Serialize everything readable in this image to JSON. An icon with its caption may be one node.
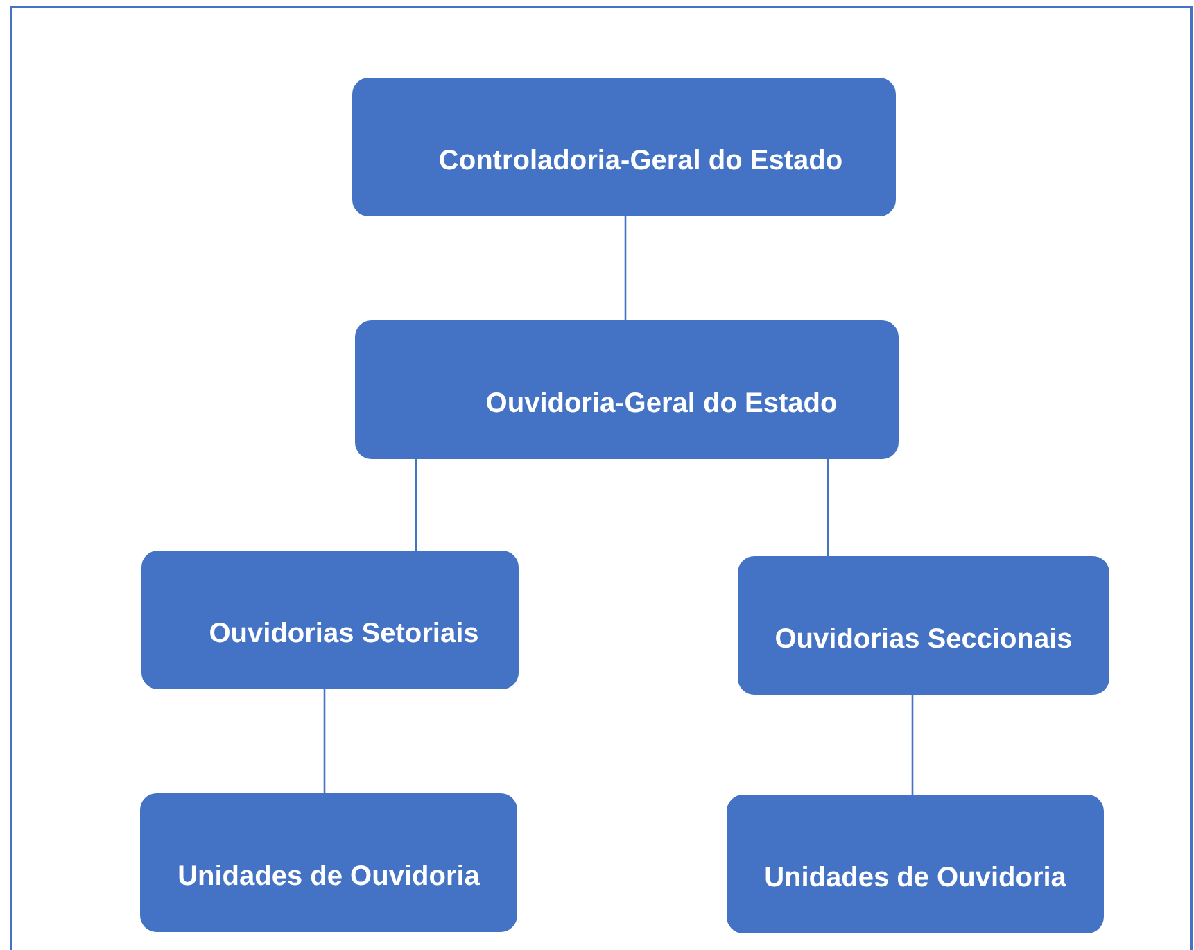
{
  "diagram": {
    "nodes": [
      {
        "text": [
          "Controladoria-Geral do Estado"
        ]
      },
      {
        "text": [
          "Ouvidoria-Geral do Estado"
        ]
      },
      {
        "text": [
          "Ouvidorias Setoriais"
        ]
      },
      {
        "text": [
          "Ouvidorias Seccionais"
        ]
      },
      {
        "text": [
          "Unidades de Ouvidoria"
        ]
      },
      {
        "text": [
          "Unidades de Ouvidoria"
        ]
      }
    ],
    "edges": [
      {
        "from": 0,
        "to": 1,
        "arrow": "none"
      },
      {
        "from": 1,
        "to": 2,
        "arrow": "none"
      },
      {
        "from": 1,
        "to": 3,
        "arrow": "none"
      },
      {
        "from": 2,
        "to": 4,
        "arrow": "none"
      },
      {
        "from": 3,
        "to": 5,
        "arrow": "none"
      }
    ]
  }
}
